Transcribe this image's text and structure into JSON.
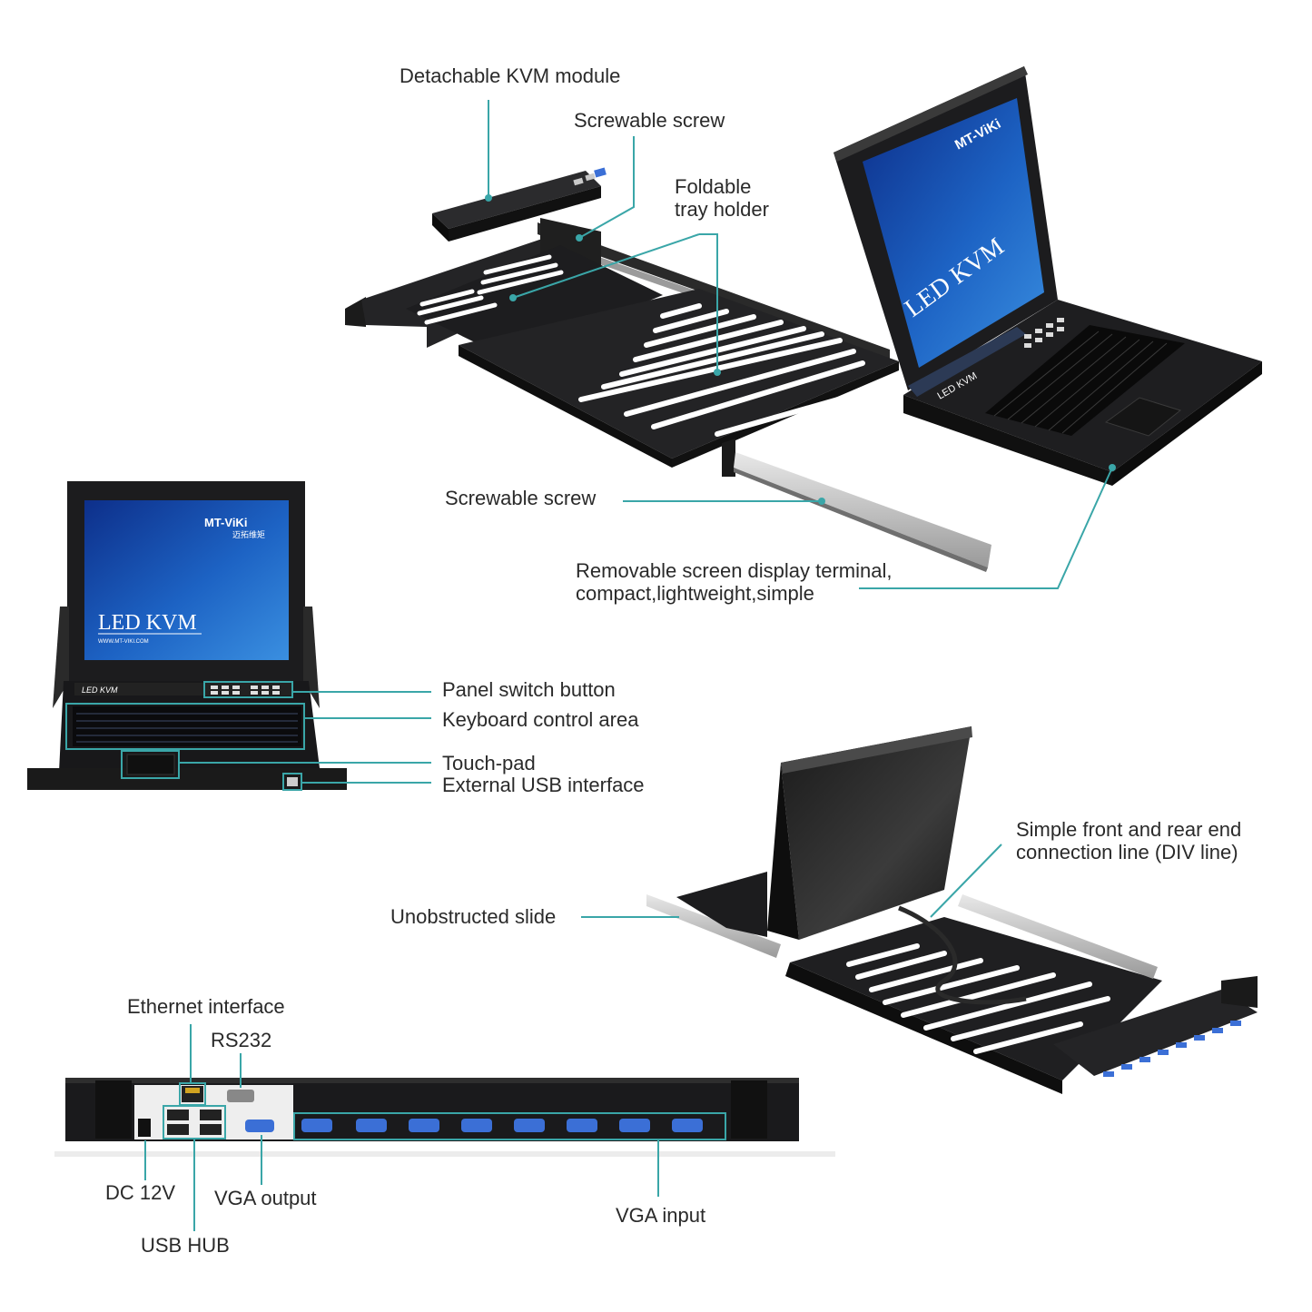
{
  "colors": {
    "leader": "#3aa6a8",
    "device": "#1c1c1e",
    "screen": "#1c5fb8",
    "port": "#3b6fd6"
  },
  "labels": {
    "detachable_module": "Detachable KVM module",
    "screw_top": "Screwable screw",
    "foldable_tray": "Foldable\ntray holder",
    "screw_rail": "Screwable screw",
    "removable_screen": "Removable screen display terminal,\ncompact,lightweight,simple",
    "panel_switch": "Panel switch button",
    "keyboard_area": "Keyboard control area",
    "touchpad": "Touch-pad",
    "external_usb": "External USB interface",
    "front_rear_line": "Simple front and rear end\nconnection line (DIV line)",
    "unobstructed_slide": "Unobstructed slide",
    "ethernet": "Ethernet interface",
    "rs232": "RS232",
    "dc12v": "DC 12V",
    "vga_output": "VGA output",
    "usb_hub": "USB HUB",
    "vga_input": "VGA input"
  },
  "device": {
    "brand": "MT-ViKi",
    "brand_cn": "迈拓维矩",
    "screen_title": "LED KVM",
    "website": "WWW.MT-VIKI.COM",
    "panel_text": "LED  KVM"
  }
}
